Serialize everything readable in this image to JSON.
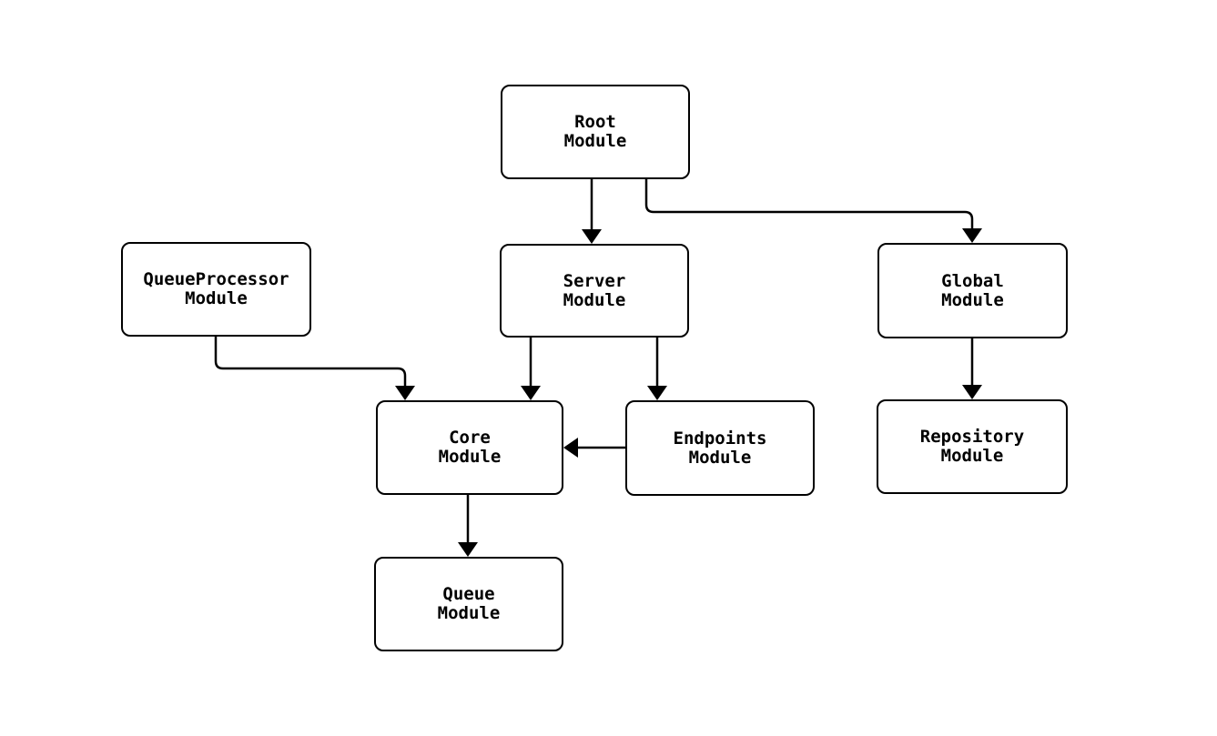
{
  "diagram": {
    "background_color": "#ffffff",
    "node_fill_color": "#ffffff",
    "node_border_color": "#000000",
    "edge_color": "#000000",
    "text_color": "#000000"
  },
  "nodes": {
    "root": {
      "label": "Root\nModule"
    },
    "server": {
      "label": "Server\nModule"
    },
    "global": {
      "label": "Global\nModule"
    },
    "queueprocessor": {
      "label": "QueueProcessor\nModule"
    },
    "core": {
      "label": "Core\nModule"
    },
    "endpoints": {
      "label": "Endpoints\nModule"
    },
    "repository": {
      "label": "Repository\nModule"
    },
    "queue": {
      "label": "Queue\nModule"
    }
  },
  "edges": [
    {
      "from": "root",
      "to": "server"
    },
    {
      "from": "root",
      "to": "global"
    },
    {
      "from": "queueprocessor",
      "to": "core"
    },
    {
      "from": "server",
      "to": "core"
    },
    {
      "from": "server",
      "to": "endpoints"
    },
    {
      "from": "endpoints",
      "to": "core"
    },
    {
      "from": "global",
      "to": "repository"
    },
    {
      "from": "core",
      "to": "queue"
    }
  ]
}
